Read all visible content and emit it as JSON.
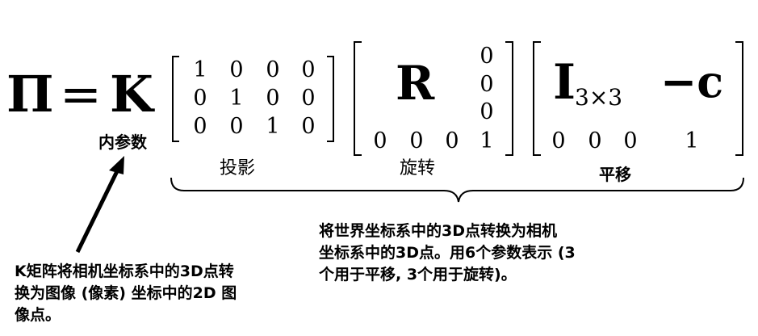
{
  "equation": {
    "lhs": "Π",
    "equals": "=",
    "k_symbol": "K",
    "r_symbol": "R",
    "i_symbol": "I",
    "i_subscript": "3×3",
    "neg_c": "−c"
  },
  "projection_matrix": {
    "rows": [
      [
        "1",
        "0",
        "0",
        "0"
      ],
      [
        "0",
        "1",
        "0",
        "0"
      ],
      [
        "0",
        "0",
        "1",
        "0"
      ]
    ]
  },
  "rotation_matrix": {
    "right_column": [
      "0",
      "0",
      "0"
    ],
    "bottom_row": [
      "0",
      "0",
      "0",
      "1"
    ]
  },
  "translation_matrix": {
    "bottom_row": [
      "0",
      "0",
      "0",
      "1"
    ]
  },
  "labels": {
    "intrinsics": "内参数",
    "projection": "投影",
    "rotation": "旋转",
    "translation": "平移"
  },
  "notes": {
    "k_matrix": "K矩阵将相机坐标系中的3D点转\n换为图像 (像素) 坐标中的2D 图\n像点。",
    "extrinsics": "将世界坐标系中的3D点转换为相机\n坐标系中的3D点。用6个参数表示 (3\n个用于平移, 3个用于旋转)。"
  }
}
